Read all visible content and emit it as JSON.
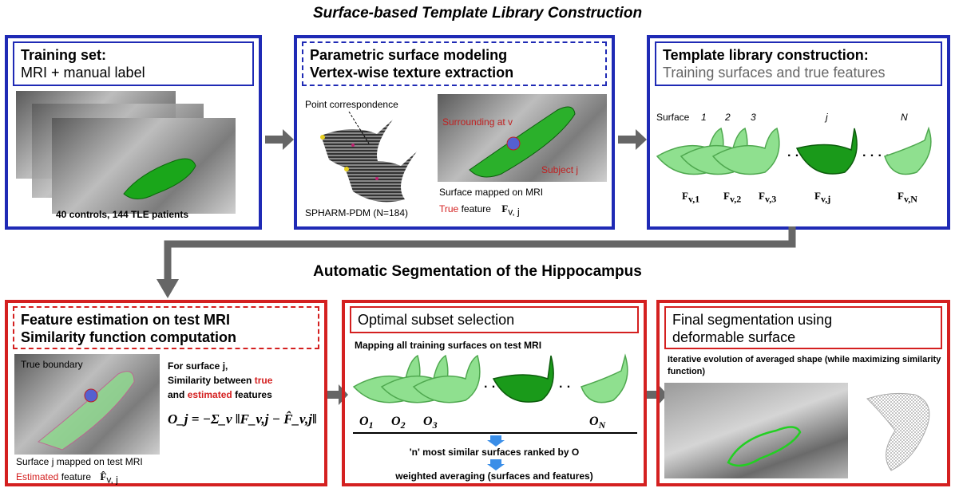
{
  "top_title": "Surface-based Template Library Construction",
  "bottom_title": "Automatic Segmentation of the Hippocampus",
  "panel1": {
    "title": "Training set:",
    "subtitle": "MRI + manual label",
    "caption": "40 controls, 144 TLE patients"
  },
  "panel2": {
    "title1": "Parametric surface modeling",
    "title2": "Vertex-wise texture extraction",
    "point_corr": "Point correspondence",
    "spharm": "SPHARM-PDM (N=184)",
    "surrounding": "Surrounding at v",
    "subject": "Subject j",
    "mapped": "Surface mapped on MRI",
    "true_word": "True",
    "feature_word": "feature",
    "feat_sym": "F",
    "feat_sub": "v, j"
  },
  "panel3": {
    "title": "Template library construction:",
    "subtitle": "Training surfaces and true features",
    "surface_label": "Surface",
    "indices": [
      "1",
      "2",
      "3",
      "j",
      "N"
    ],
    "features": [
      "F",
      "F",
      "F",
      "F",
      "F"
    ],
    "feature_subs": [
      "v,1",
      "v,2",
      "v,3",
      "v,j",
      "v,N"
    ]
  },
  "panel4": {
    "title1": "Feature estimation on test MRI",
    "title2": "Similarity function computation",
    "true_boundary": "True boundary",
    "for_surface": "For surface j,",
    "similarity_between": "Similarity between",
    "true_word": "true",
    "and_word": "and",
    "estimated_word": "estimated",
    "features_word": "features",
    "equation": "O_j = −Σ_v ‖F_v,j − F̂_v,j‖",
    "mapped": "Surface j mapped on test MRI",
    "est_word": "Estimated",
    "feature_word": "feature",
    "feat_sym": "F̂",
    "feat_sub": "v, j"
  },
  "panel5": {
    "title": "Optimal subset selection",
    "mapping": "Mapping all training surfaces on test MRI",
    "o_labels": [
      "O",
      "O",
      "O",
      "O"
    ],
    "o_subs": [
      "1",
      "2",
      "3",
      "N"
    ],
    "step1": "'n' most similar surfaces ranked by O",
    "step2": "weighted averaging (surfaces and features)"
  },
  "panel6": {
    "title1": "Final segmentation using",
    "title2": "deformable surface",
    "desc": "Iterative evolution of averaged shape (while maximizing similarity function)"
  },
  "colors": {
    "blue": "#1f2ab5",
    "red": "#d42020",
    "light_green": "#8fe08f",
    "dark_green": "#1a9a1a"
  }
}
